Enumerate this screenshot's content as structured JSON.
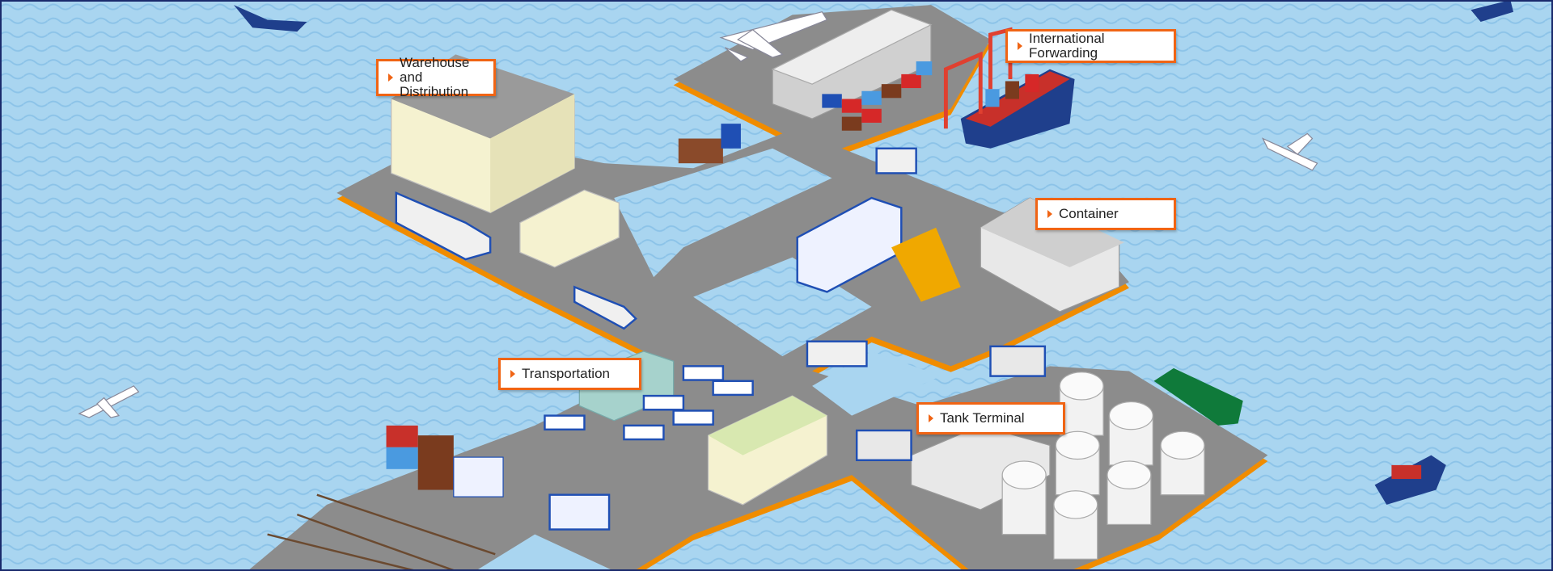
{
  "labels": {
    "warehouse": "Warehouse and Distribution",
    "international": "International Forwarding",
    "container": "Container",
    "transportation": "Transportation",
    "tank_terminal": "Tank Terminal"
  },
  "colors": {
    "sea": "#a9d5f0",
    "wave": "#8cc3e8",
    "platform": "#8c8c8c",
    "platform_edge": "#f08c00",
    "accent": "#f06414",
    "truck_blue": "#1f4fb4"
  }
}
